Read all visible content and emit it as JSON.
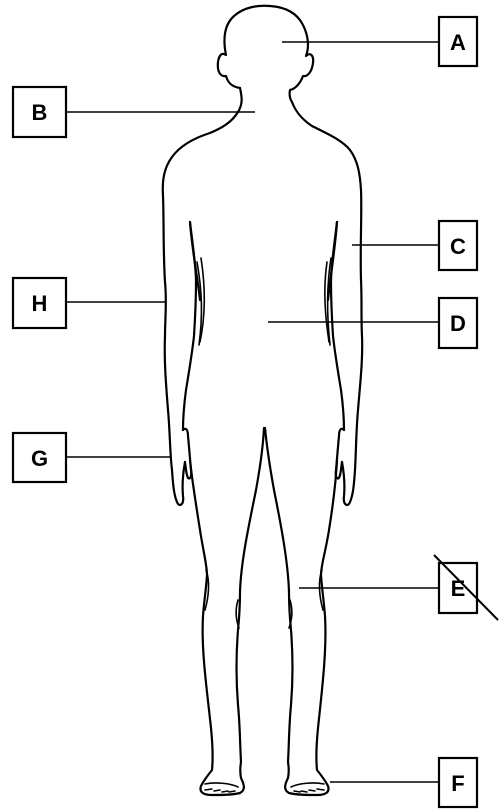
{
  "labels": {
    "a": "A",
    "b": "B",
    "c": "C",
    "d": "D",
    "e": "E",
    "f": "F",
    "g": "G",
    "h": "H"
  },
  "label_e_crossed_out": true,
  "colors": {
    "ink": "#000000",
    "background": "#ffffff"
  }
}
